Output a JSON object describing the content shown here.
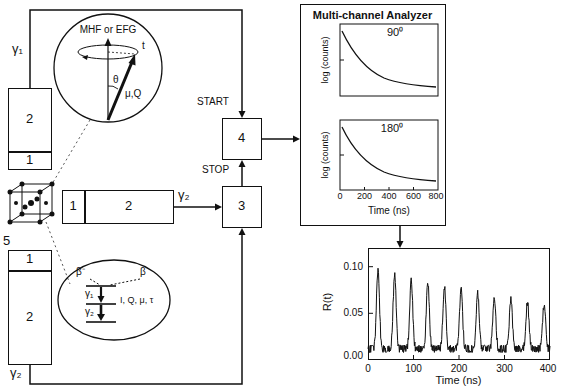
{
  "diagram": {
    "nodes": [
      {
        "text": [
          "2",
          "1"
        ]
      },
      {
        "text": [
          "4"
        ]
      },
      {
        "text": [
          "Multi-channel Analyzer"
        ]
      },
      {
        "text": [
          "1",
          "2"
        ]
      },
      {
        "text": [
          "3"
        ]
      },
      {
        "text": [
          "1",
          "2"
        ]
      },
      {
        "text": [
          "R(t)",
          "Time (ns)"
        ]
      }
    ],
    "edges": [
      {
        "from": 0,
        "to": 1,
        "arrow": "to",
        "label": "START"
      },
      {
        "from": 3,
        "to": 4,
        "arrow": "to"
      },
      {
        "from": 5,
        "to": 4,
        "arrow": "to"
      },
      {
        "from": 4,
        "to": 1,
        "arrow": "to",
        "label": "STOP"
      },
      {
        "from": 1,
        "to": 2,
        "arrow": "to"
      },
      {
        "from": 2,
        "to": 6,
        "arrow": "to"
      }
    ],
    "labels": [
      "γ₁",
      "γ₂",
      "γ₂",
      "5",
      "MHF or EFG",
      "θ",
      "t",
      "μ,Q",
      "β⁻",
      "β",
      "γ₁",
      "γ₂",
      "I, Q, μ, τ",
      "90⁰",
      "log (counts)",
      "180⁰",
      "log (counts)",
      "0",
      "200",
      "400",
      "600",
      "800",
      "Time (ns)",
      "0.10",
      "0.05",
      "0.00",
      "0",
      "100",
      "200",
      "300",
      "400"
    ]
  }
}
